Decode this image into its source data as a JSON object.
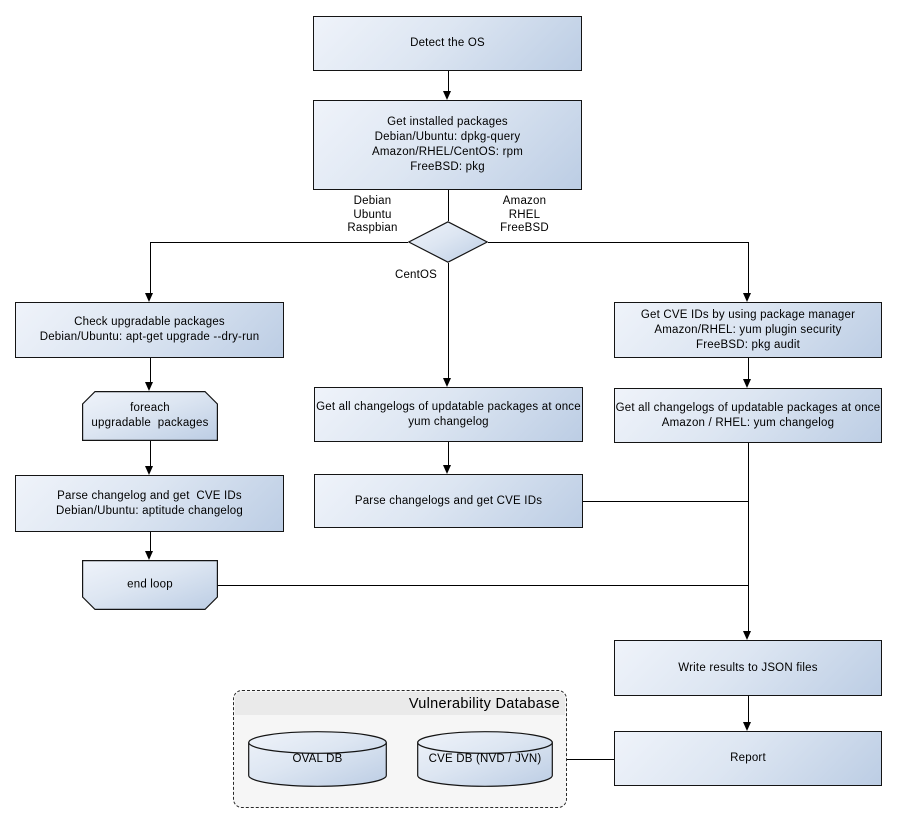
{
  "diagram": {
    "nodes": {
      "detect_os": {
        "text": "Detect the OS"
      },
      "get_installed": {
        "text": "Get installed packages\nDebian/Ubuntu: dpkg-query\nAmazon/RHEL/CentOS: rpm\nFreeBSD: pkg"
      },
      "check_upgradable": {
        "text": "Check upgradable packages\nDebian/Ubuntu: apt-get upgrade --dry-run"
      },
      "foreach_loop": {
        "text": "foreach\nupgradable  packages"
      },
      "parse_changelog_debian": {
        "text": "Parse changelog and get  CVE IDs\nDebian/Ubuntu: aptitude changelog"
      },
      "end_loop": {
        "text": "end loop"
      },
      "get_changelogs_centos": {
        "text": "Get all changelogs of updatable packages at once\nyum changelog"
      },
      "parse_changelogs_centos": {
        "text": "Parse changelogs and get CVE IDs"
      },
      "get_cve_ids_pkg_mgr": {
        "text": "Get CVE IDs by using package manager\nAmazon/RHEL: yum plugin security\nFreeBSD: pkg audit"
      },
      "get_changelogs_amazon": {
        "text": "Get all changelogs of updatable packages at once\nAmazon / RHEL: yum changelog"
      },
      "write_results": {
        "text": "Write results to JSON files"
      },
      "report": {
        "text": "Report"
      }
    },
    "edge_labels": {
      "left_branch": "Debian\nUbuntu\nRaspbian",
      "right_branch": "Amazon\nRHEL\nFreeBSD",
      "bottom_branch": "CentOS"
    },
    "database": {
      "title": "Vulnerability Database",
      "cylinders": [
        "OVAL DB",
        "CVE DB (NVD / JVN)"
      ]
    },
    "colors": {
      "node_fill_light": "#eff3fa",
      "node_fill_dark": "#bccde4",
      "node_border": "#141414",
      "connector": "#000000",
      "db_panel_fill": "#f6f6f6",
      "db_header_fill": "#eaeaea"
    }
  }
}
